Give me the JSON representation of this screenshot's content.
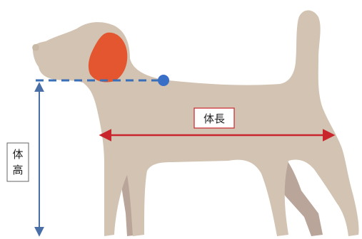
{
  "labels": {
    "body_length": "体長",
    "body_height_line1": "体",
    "body_height_line2": "高"
  },
  "colors": {
    "dog_body": "#d2c3b2",
    "dog_shadow_legs": "#b9a59a",
    "ear": "#e4562f",
    "dashed_line": "#3a6fb8",
    "marker_point": "#3a6fc8",
    "height_arrow": "#4a6fa8",
    "length_arrow": "#c9252c",
    "length_label_border": "#c9252c",
    "height_label_border": "#666666"
  }
}
